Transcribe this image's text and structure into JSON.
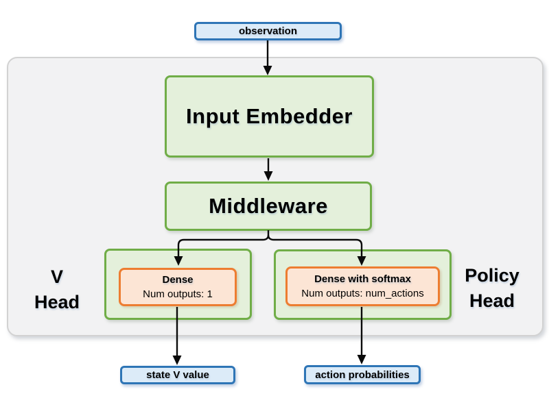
{
  "diagram": {
    "nodes": {
      "observation": "observation",
      "input_embedder": "Input Embedder",
      "middleware": "Middleware",
      "dense": {
        "title": "Dense",
        "subtitle": "Num outputs: 1"
      },
      "dense_softmax": {
        "title": "Dense with softmax",
        "subtitle": "Num outputs: num_actions"
      },
      "state_v_value": "state V value",
      "action_probabilities": "action probabilities"
    },
    "labels": {
      "v_head": {
        "line1": "V",
        "line2": "Head"
      },
      "policy_head": {
        "line1": "Policy",
        "line2": "Head"
      }
    },
    "colors": {
      "blue_fill": "#dcebf8",
      "blue_border": "#2e75b6",
      "green_fill": "#e4f0db",
      "green_border": "#70ad47",
      "orange_fill": "#fce5d5",
      "orange_border": "#ed7d31",
      "panel_fill": "#f2f2f3",
      "panel_border": "#d2d2d2",
      "arrow": "#0a0a0a",
      "text": "#000000"
    }
  }
}
